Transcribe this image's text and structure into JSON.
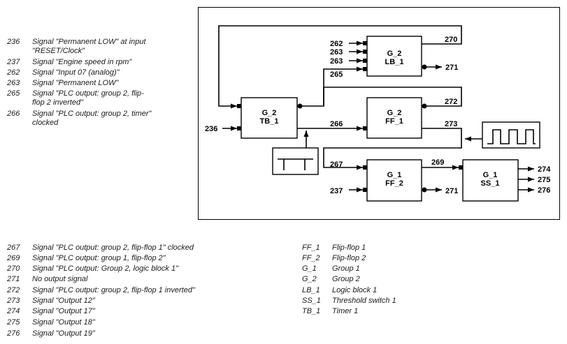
{
  "legend_top": [
    {
      "num": "236",
      "lines": [
        "Signal \"Permanent LOW\" at input",
        "\"RESET/Clock\""
      ]
    },
    {
      "num": "237",
      "lines": [
        "Signal \"Engine speed in rpm\""
      ]
    },
    {
      "num": "262",
      "lines": [
        "Signal \"Input 07 (analog)\""
      ]
    },
    {
      "num": "263",
      "lines": [
        "Signal \"Permanent LOW\""
      ]
    },
    {
      "num": "265",
      "lines": [
        "Signal \"PLC output: group 2, flip-",
        "flop 2 inverted\""
      ]
    },
    {
      "num": "266",
      "lines": [
        "Signal \"PLC output: group 2, timer\"",
        "clocked"
      ]
    }
  ],
  "legend_bottom": [
    {
      "num": "267",
      "text": "Signal \"PLC output: group 2, flip-flop 1\" clocked"
    },
    {
      "num": "269",
      "text": "Signal \"PLC output: group 1, flip-flop 2\""
    },
    {
      "num": "270",
      "text": "Signal \"PLC output: Group 2, logic block 1\""
    },
    {
      "num": "271",
      "text": "No output signal"
    },
    {
      "num": "272",
      "text": "Signal \"PLC output: group 2, flip-flop 1 inverted\""
    },
    {
      "num": "273",
      "text": "Signal \"Output 12\""
    },
    {
      "num": "274",
      "text": "Signal \"Output 17\""
    },
    {
      "num": "275",
      "text": "Signal \"Output 18\""
    },
    {
      "num": "276",
      "text": "Signal \"Output 19\""
    }
  ],
  "abbreviations": [
    {
      "abbr": "FF_1",
      "text": "Flip-flop 1"
    },
    {
      "abbr": "FF_2",
      "text": "Flip-flop 2"
    },
    {
      "abbr": "G_1",
      "text": "Group 1"
    },
    {
      "abbr": "G_2",
      "text": "Group 2"
    },
    {
      "abbr": "LB_1",
      "text": "Logic block 1"
    },
    {
      "abbr": "SS_1",
      "text": "Threshold switch 1"
    },
    {
      "abbr": "TB_1",
      "text": "Timer 1"
    }
  ],
  "diagram": {
    "blocks": {
      "lb1": {
        "group": "G_2",
        "name": "LB_1"
      },
      "tb1": {
        "group": "G_2",
        "name": "TB_1"
      },
      "ff1": {
        "group": "G_2",
        "name": "FF_1"
      },
      "ff2": {
        "group": "G_1",
        "name": "FF_2"
      },
      "ss1": {
        "group": "G_1",
        "name": "SS_1"
      }
    },
    "signals": {
      "s262": "262",
      "s263a": "263",
      "s263b": "263",
      "s265": "265",
      "s270": "270",
      "s271a": "271",
      "s272": "272",
      "s273": "273",
      "s236": "236",
      "s266": "266",
      "s267": "267",
      "s237": "237",
      "s269": "269",
      "s271b": "271",
      "s274": "274",
      "s275": "275",
      "s276": "276"
    }
  }
}
